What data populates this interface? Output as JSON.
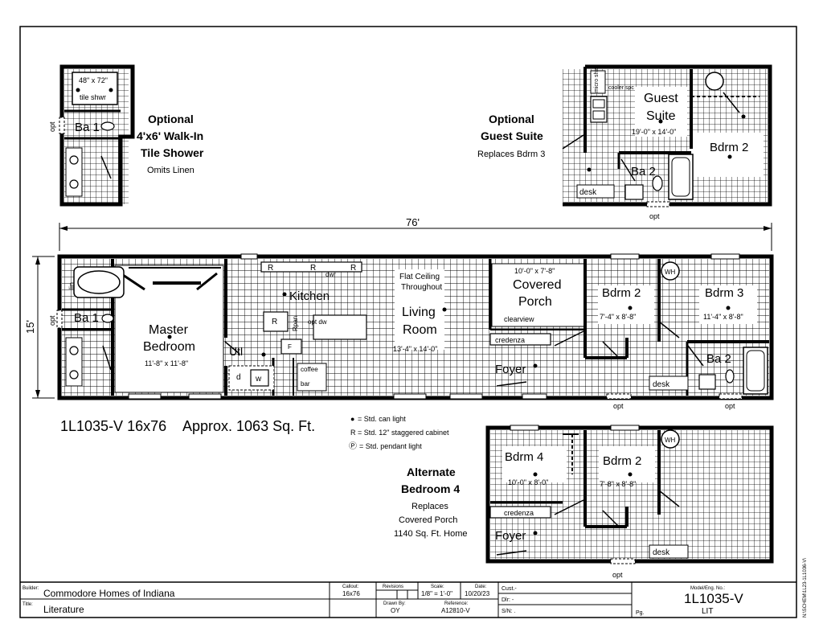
{
  "dimensions": {
    "overall_length": "76'",
    "overall_width": "15'"
  },
  "main_plan": {
    "rooms": {
      "master_name_1": "Master",
      "master_name_2": "Bedroom",
      "master_size": "11'-8\" x 11'-8\"",
      "kitchen": "Kitchen",
      "living_1": "Living",
      "living_2": "Room",
      "living_size": "13'-4\" x 14'-0\"",
      "flat_ceiling_1": "Flat Ceiling",
      "flat_ceiling_2": "Throughout",
      "porch_size": "10'-0\" x 7'-8\"",
      "porch_1": "Covered",
      "porch_2": "Porch",
      "clearview": "clearview",
      "credenza": "credenza",
      "foyer": "Foyer",
      "bdrm2": "Bdrm 2",
      "bdrm2_size": "7'-4\" x 8'-8\"",
      "bdrm3": "Bdrm 3",
      "bdrm3_size": "11'-4\" x 8'-8\"",
      "wh": "WH",
      "ba2": "Ba 2",
      "desk": "desk",
      "ba1": "Ba 1",
      "lin": "lin",
      "opt": "opt",
      "utl": "Utl",
      "dryer": "d",
      "washer": "w",
      "coffee_1": "coffee",
      "coffee_2": "bar",
      "rpan": "Rpan",
      "f": "F",
      "r": "R",
      "opt_dw": "opt dw",
      "dwr": "dwr"
    }
  },
  "title_block_text": {
    "model_line": "1L1035-V 16x76",
    "sqft": "Approx. 1063 Sq. Ft."
  },
  "legend": [
    {
      "symbol": "●",
      "text": "= Std. can light"
    },
    {
      "symbol": "R",
      "text": "= Std. 12\" staggered cabinet"
    },
    {
      "symbol": "Ⓟ",
      "text": "= Std. pendant light"
    }
  ],
  "optional_shower": {
    "title_1": "Optional",
    "title_2": "4'x6' Walk-In",
    "title_3": "Tile Shower",
    "note": "Omits Linen",
    "shower_1": "48\" x 72\"",
    "shower_2": "tile shwr",
    "ba1": "Ba 1",
    "opt": "opt"
  },
  "optional_guest": {
    "title_1": "Optional",
    "title_2": "Guest Suite",
    "note": "Replaces Bdrm 3",
    "guest_1": "Guest",
    "guest_2": "Suite",
    "guest_size": "19'-0\" x 14'-0\"",
    "bdrm2": "Bdrm 2",
    "ba2": "Ba 2",
    "desk": "desk",
    "micro": "micro shel",
    "cooler": "cooler spc",
    "opt": "opt"
  },
  "alternate_bedroom": {
    "title_1": "Alternate",
    "title_2": "Bedroom 4",
    "note_1": "Replaces",
    "note_2": "Covered Porch",
    "note_3": "1140 Sq. Ft. Home",
    "bdrm4": "Bdrm 4",
    "bdrm4_size": "10'-0\" x 8'-0\"",
    "bdrm2": "Bdrm 2",
    "bdrm2_size": "7'-8\" x 8'-8\"",
    "credenza": "credenza",
    "foyer": "Foyer",
    "desk": "desk",
    "wh": "WH",
    "opt": "opt"
  },
  "title_block": {
    "builder_label": "Builder:",
    "builder": "Commodore Homes of Indiana",
    "title_label": "Title:",
    "title": "Literature",
    "callout_label": "Callout:",
    "callout": "16x76",
    "revisions_label": "Revisions",
    "scale_label": "Scale:",
    "scale": "1/8\" = 1'-0\"",
    "date_label": "Date:",
    "date": "10/20/23",
    "drawn_label": "Drawn By:",
    "drawn": "OY",
    "reference_label": "Reference:",
    "reference": "A12810-V",
    "cust": "Cust.-",
    "dlr": "Dlr: -",
    "sn": "S/N: .",
    "pg": "Pg.",
    "model_label": "Model/Eng. No.:",
    "model": "1L1035-V",
    "lit": "LIT"
  },
  "side_note": "N:\\SCHEM\\1L23-1L1036-V\\"
}
